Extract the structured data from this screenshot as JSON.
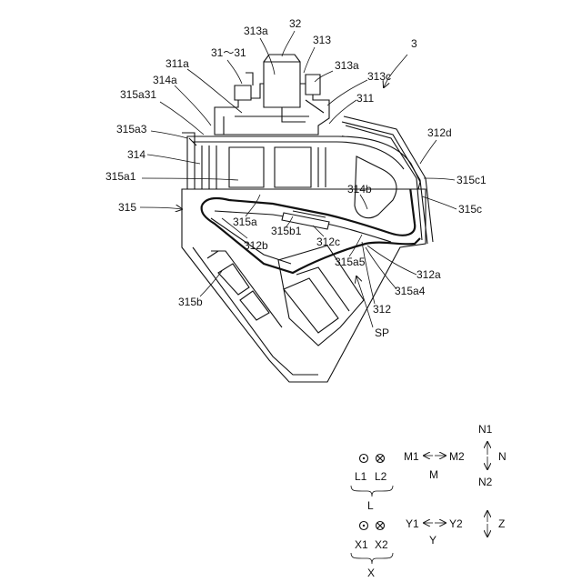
{
  "labels": {
    "fig": "3",
    "l32": "32",
    "l313a_top": "313a",
    "l313": "313",
    "l31": "31〜31",
    "l311a": "311a",
    "l313a_r": "313a",
    "l314a": "314a",
    "l313c": "313c",
    "l315a31": "315a31",
    "l311": "311",
    "l315a3": "315a3",
    "l312d": "312d",
    "l314": "314",
    "l315c1": "315c1",
    "l315a1": "315a1",
    "l314b": "314b",
    "l315": "315",
    "l315c": "315c",
    "l315a": "315a",
    "l315b1": "315b1",
    "l312b": "312b",
    "l312c": "312c",
    "l315a5": "315a5",
    "l312a": "312a",
    "l315a4": "315a4",
    "l315b": "315b",
    "l312": "312",
    "lSP": "SP"
  },
  "legend": {
    "L1": "L1",
    "L2": "L2",
    "L": "L",
    "M1": "M1",
    "M2": "M2",
    "M": "M",
    "N1": "N1",
    "N2": "N2",
    "N": "N",
    "X1": "X1",
    "X2": "X2",
    "X": "X",
    "Y1": "Y1",
    "Y2": "Y2",
    "Y": "Y",
    "Z": "Z"
  }
}
